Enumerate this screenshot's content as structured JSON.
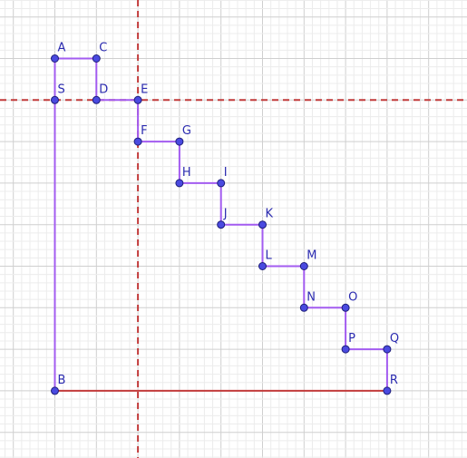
{
  "colors": {
    "minor_grid": "#ececec",
    "major_grid": "#cfcfcf",
    "guide_line": "#c23b3b",
    "segment": "#a35cf0",
    "base_segment": "#c23b3b",
    "point_fill": "#4a4ae0",
    "point_stroke": "#1e1e7a",
    "label": "#2b2bb0"
  },
  "points": [
    {
      "id": "A",
      "x": 0,
      "y": 0
    },
    {
      "id": "C",
      "x": 1,
      "y": 0
    },
    {
      "id": "S",
      "x": 0,
      "y": 1
    },
    {
      "id": "D",
      "x": 1,
      "y": 1
    },
    {
      "id": "E",
      "x": 2,
      "y": 1
    },
    {
      "id": "F",
      "x": 2,
      "y": 2
    },
    {
      "id": "G",
      "x": 3,
      "y": 2
    },
    {
      "id": "H",
      "x": 3,
      "y": 3
    },
    {
      "id": "I",
      "x": 4,
      "y": 3
    },
    {
      "id": "J",
      "x": 4,
      "y": 4
    },
    {
      "id": "K",
      "x": 5,
      "y": 4
    },
    {
      "id": "L",
      "x": 5,
      "y": 5
    },
    {
      "id": "M",
      "x": 6,
      "y": 5
    },
    {
      "id": "N",
      "x": 6,
      "y": 6
    },
    {
      "id": "O",
      "x": 7,
      "y": 6
    },
    {
      "id": "P",
      "x": 7,
      "y": 7
    },
    {
      "id": "Q",
      "x": 8,
      "y": 7
    },
    {
      "id": "R",
      "x": 8,
      "y": 8
    },
    {
      "id": "B",
      "x": 0,
      "y": 8
    }
  ],
  "staircase": [
    "A",
    "C",
    "D",
    "E",
    "F",
    "G",
    "H",
    "I",
    "J",
    "K",
    "L",
    "M",
    "N",
    "O",
    "P",
    "Q",
    "R"
  ],
  "left_side": [
    "A",
    "B"
  ],
  "base": [
    "B",
    "R"
  ],
  "guide_lines": [
    {
      "orientation": "vertical",
      "through": "E"
    },
    {
      "orientation": "horizontal",
      "through": "E"
    }
  ]
}
